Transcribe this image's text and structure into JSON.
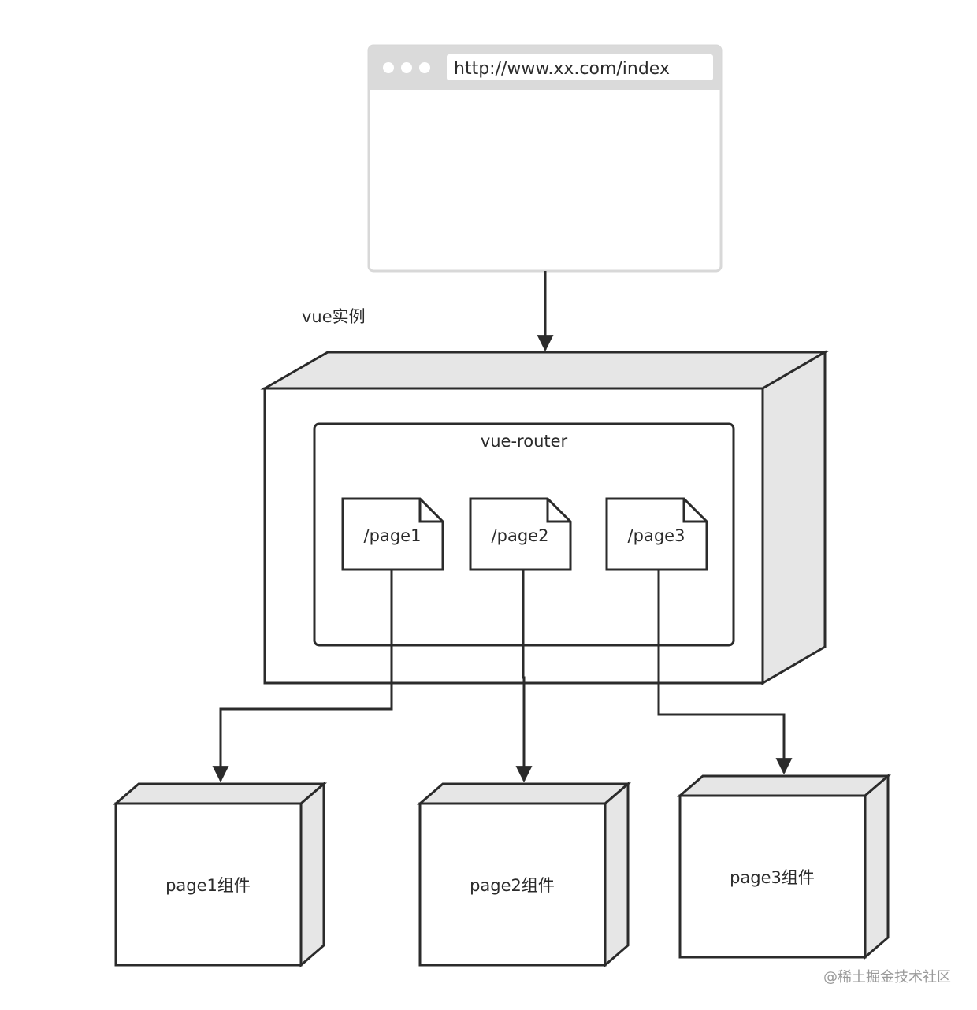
{
  "browser": {
    "url": "http://www.xx.com/index"
  },
  "vue_instance": {
    "label": "vue实例",
    "router": {
      "label": "vue-router",
      "routes": [
        "/page1",
        "/page2",
        "/page3"
      ]
    }
  },
  "components": [
    "page1组件",
    "page2组件",
    "page3组件"
  ],
  "watermark": "@稀土掘金技术社区"
}
